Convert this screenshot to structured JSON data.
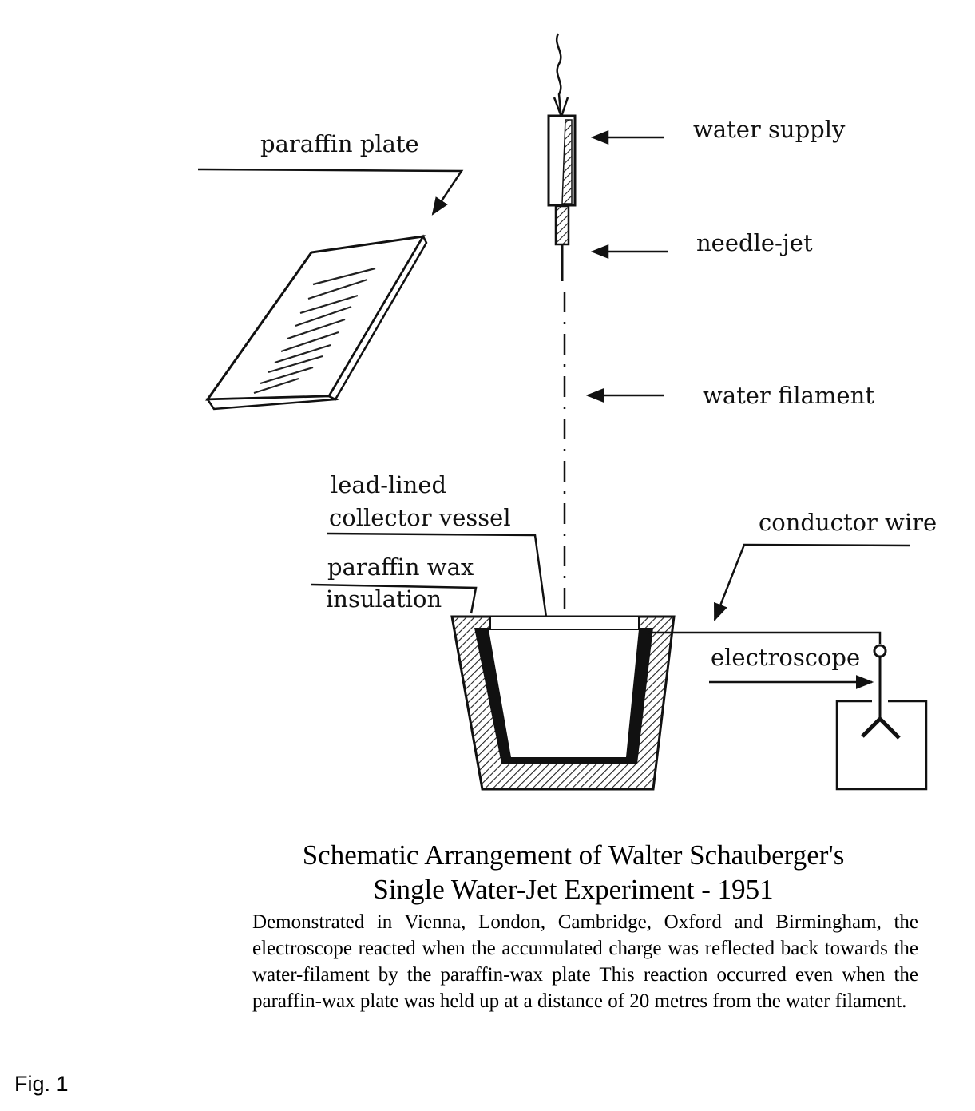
{
  "diagram": {
    "labels": {
      "paraffin_plate": "paraffin plate",
      "water_supply": "water supply",
      "needle_jet": "needle-jet",
      "water_filament": "water filament",
      "lead_lined_1": "lead-lined",
      "lead_lined_2": "collector vessel",
      "paraffin_wax_1": "paraffin wax",
      "paraffin_wax_2": "insulation",
      "conductor_wire": "conductor wire",
      "electroscope": "electroscope"
    }
  },
  "caption": {
    "title_line1": "Schematic Arrangement of Walter Schauberger's",
    "title_line2": "Single Water-Jet Experiment - 1951",
    "description": "Demonstrated in Vienna, London, Cambridge, Oxford and Birmingham, the electroscope reacted when the accumulated charge was reflected back towards the water-filament by the paraffin-wax plate This reaction occurred even when the paraffin-wax plate was held up at a distance of 20 metres from the water filament."
  },
  "figure_label": "Fig. 1"
}
